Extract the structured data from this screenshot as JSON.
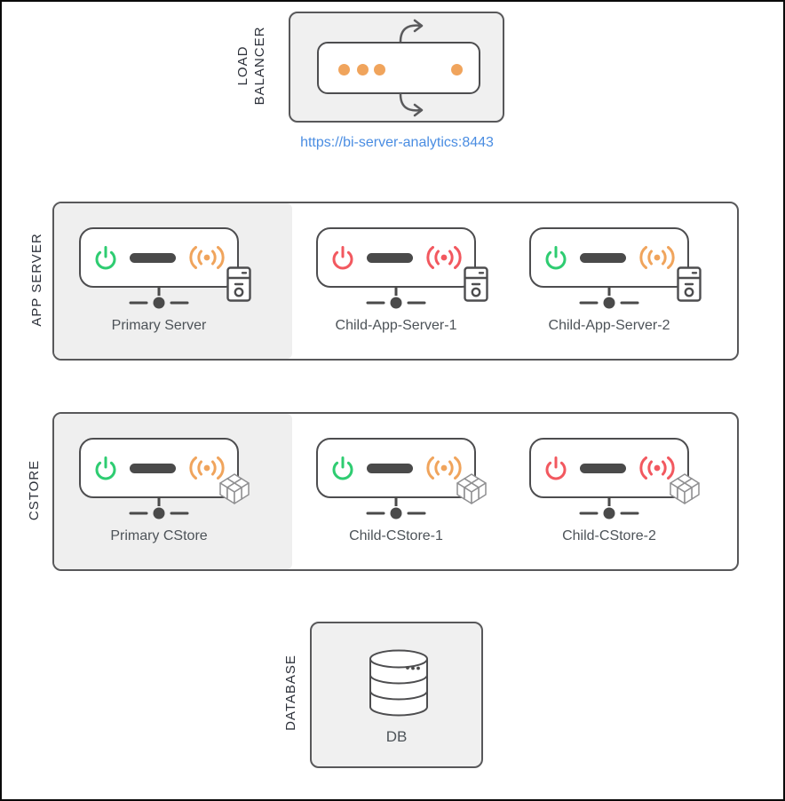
{
  "colors": {
    "status_on_green": "#2ecc71",
    "status_off_red": "#f2585f",
    "signal_orange": "#f0a45c",
    "link_blue": "#4a8de2"
  },
  "load_balancer": {
    "section_label": "LOAD BALANCER",
    "url": "https://bi-server-analytics:8443",
    "icon": "round-robin-load-balancer-icon"
  },
  "app_server": {
    "section_label": "APP SERVER",
    "nodes": [
      {
        "label": "Primary Server",
        "power": "on",
        "signal": "orange",
        "highlighted": true,
        "badge_icon": "server-tower-icon"
      },
      {
        "label": "Child-App-Server-1",
        "power": "off",
        "signal": "red",
        "highlighted": false,
        "badge_icon": "server-tower-icon"
      },
      {
        "label": "Child-App-Server-2",
        "power": "on",
        "signal": "orange",
        "highlighted": false,
        "badge_icon": "server-tower-icon"
      }
    ]
  },
  "cstore": {
    "section_label": "CSTORE",
    "nodes": [
      {
        "label": "Primary CStore",
        "power": "on",
        "signal": "orange",
        "highlighted": true,
        "badge_icon": "package-cubes-icon"
      },
      {
        "label": "Child-CStore-1",
        "power": "on",
        "signal": "orange",
        "highlighted": false,
        "badge_icon": "package-cubes-icon"
      },
      {
        "label": "Child-CStore-2",
        "power": "off",
        "signal": "red",
        "highlighted": false,
        "badge_icon": "package-cubes-icon"
      }
    ]
  },
  "database": {
    "section_label": "DATABASE",
    "db_label": "DB",
    "icon": "database-cylinder-icon"
  }
}
